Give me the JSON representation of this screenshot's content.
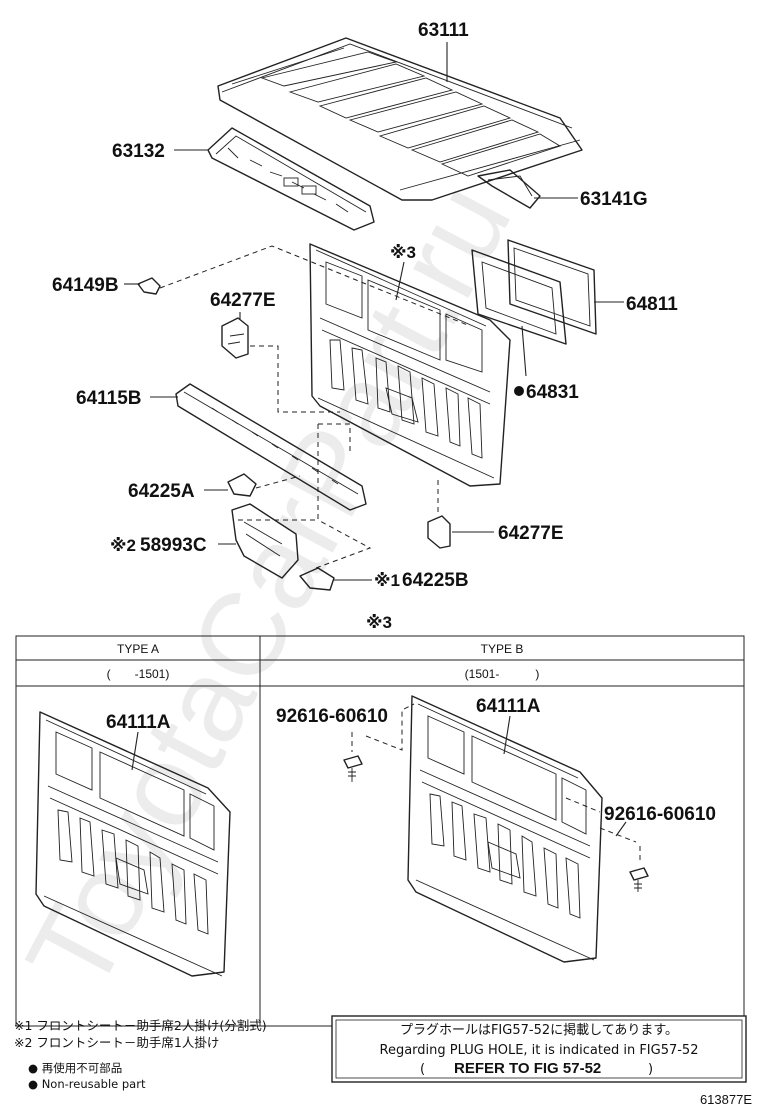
{
  "parts": {
    "p63111": "63111",
    "p63132": "63132",
    "p63141g": "63141G",
    "p64149b": "64149B",
    "p64277e_top": "64277E",
    "p64811": "64811",
    "p64831": "64831",
    "p64115b": "64115B",
    "p64225a": "64225A",
    "p64277e_bottom": "64277E",
    "p58993c": "58993C",
    "p64225b": "64225B",
    "p64111a_a": "64111A",
    "p64111a_b": "64111A",
    "p92616_left": "92616-60610",
    "p92616_right": "92616-60610"
  },
  "marks": {
    "ref3": "※3",
    "ref2": "※2",
    "ref1": "※1",
    "bullet": "●",
    "ref3_table": "※3"
  },
  "table": {
    "type_a": "TYPE A",
    "type_b": "TYPE B",
    "range_a": "(　　-1501)",
    "range_b": "(1501-　　　)"
  },
  "notes": {
    "note1": "※1 フロントシート－助手席2人掛け(分割式)",
    "note2": "※2 フロントシート－助手席1人掛け",
    "note3": "● 再使用不可部品",
    "note4": "● Non-reusable part"
  },
  "reference_box": {
    "line1": "プラグホールはFIG57-52に掲載してあります。",
    "line2": "Regarding PLUG HOLE, it is indicated in FIG57-52",
    "line3_open": "(",
    "line3_text": "REFER TO FIG 57-52",
    "line3_close": ")"
  },
  "figure_code": "613877E",
  "watermark": "ToyotaCarPart.ru"
}
